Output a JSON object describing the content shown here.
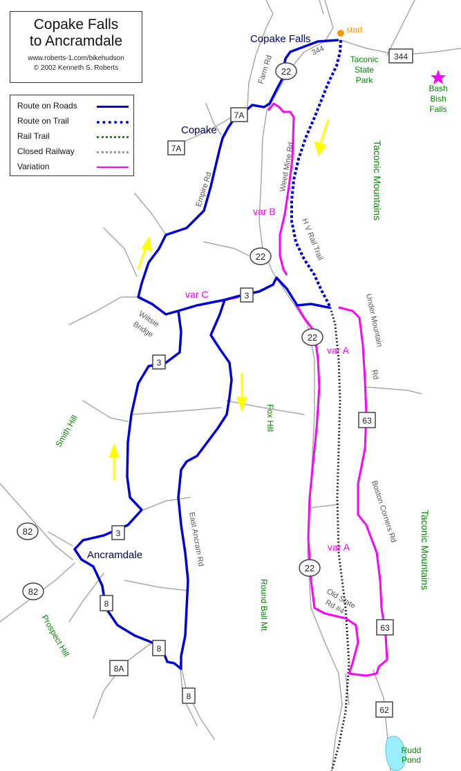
{
  "title": {
    "line1": "Copake Falls",
    "line2": "to Ancramdale",
    "url": "www.roberts-1.com/bikehudson",
    "copyright": "© 2002 Kenneth S. Roberts"
  },
  "legend": [
    {
      "label": "Route on Roads",
      "color": "#0000dd",
      "style": "solid"
    },
    {
      "label": "Route on Trail",
      "color": "#0000dd",
      "style": "dotted"
    },
    {
      "label": "Rail Trail",
      "color": "#009900",
      "style": "dotted"
    },
    {
      "label": "Closed Railway",
      "color": "#999999",
      "style": "dotted"
    },
    {
      "label": "Variation",
      "color": "#ff00ff",
      "style": "solid"
    }
  ],
  "colors": {
    "route": "#0000dd",
    "variation": "#ff00ff",
    "road": "#a8a8a8",
    "railway": "#222222",
    "arrow": "#ffff00",
    "start": "#ff9900",
    "place_green": "#008800",
    "place_navy": "#000066",
    "water": "#99eeff"
  },
  "towns": {
    "copake_falls": "Copake Falls",
    "copake": "Copake",
    "ancramdale": "Ancramdale"
  },
  "start_label": "start",
  "places": {
    "taconic_state_park": [
      "Taconic",
      "State",
      "Park"
    ],
    "bash_bish_falls": [
      "Bash",
      "Bish",
      "Falls"
    ],
    "taconic_mountains_1": "Taconic Mountains",
    "taconic_mountains_2": "Taconic Mountains",
    "smith_hill": "Smith Hill",
    "fox_hill": "Fox Hill",
    "round_ball_mt": "Round Ball Mt",
    "prospect_hill": "Prospect Hill",
    "rudd_pond": [
      "Rudd",
      "Pond"
    ]
  },
  "road_names": {
    "farm_rd": "Farm Rd",
    "weed_mine_rd": "Weed Mine Rd",
    "empire_rd": "Empire Rd",
    "hv_rail_trail": "H V Rail Trail",
    "wiltsie_bridge": [
      "Wiltsie",
      "Bridge"
    ],
    "under_mountain_rd": [
      "Under Mountain",
      "Rd"
    ],
    "boston_corners_rd": [
      "Boston Corners Rd"
    ],
    "east_ancram_rd": "East Ancram Rd",
    "old_state_rd_4": [
      "Old State",
      "Rd #4"
    ]
  },
  "variations": {
    "var_a_1": "var A",
    "var_a_2": "var A",
    "var_b": "var B",
    "var_c": "var C"
  },
  "shields": {
    "r344_label": "344",
    "r344_sign": "344",
    "r22_1": "22",
    "r22_2": "22",
    "r22_3": "22",
    "r22_4": "22",
    "r7a_1": "7A",
    "r7a_2": "7A",
    "r3_1": "3",
    "r3_2": "3",
    "r3_3": "3",
    "r63_1": "63",
    "r63_2": "63",
    "r82_1": "82",
    "r82_2": "82",
    "r8_1": "8",
    "r8_2": "8",
    "r8_3": "8",
    "r8a": "8A",
    "r62": "62"
  }
}
